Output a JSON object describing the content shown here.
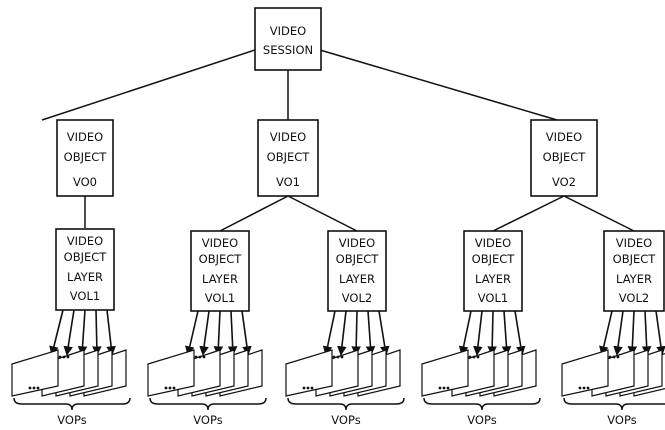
{
  "root": {
    "lines": [
      "VIDEO",
      "SESSION"
    ]
  },
  "objects": [
    {
      "lines": [
        "VIDEO",
        "OBJECT",
        "VO0"
      ]
    },
    {
      "lines": [
        "VIDEO",
        "OBJECT",
        "VO1"
      ]
    },
    {
      "lines": [
        "VIDEO",
        "OBJECT",
        "VO2"
      ]
    }
  ],
  "layers": [
    {
      "parent": 0,
      "lines": [
        "VIDEO",
        "OBJECT",
        "LAYER",
        "VOL1"
      ]
    },
    {
      "parent": 1,
      "lines": [
        "VIDEO",
        "OBJECT",
        "LAYER",
        "VOL1"
      ]
    },
    {
      "parent": 1,
      "lines": [
        "VIDEO",
        "OBJECT",
        "LAYER",
        "VOL2"
      ]
    },
    {
      "parent": 2,
      "lines": [
        "VIDEO",
        "OBJECT",
        "LAYER",
        "VOL1"
      ]
    },
    {
      "parent": 2,
      "lines": [
        "VIDEO",
        "OBJECT",
        "LAYER",
        "VOL2"
      ]
    }
  ],
  "vop_label": "VOPs"
}
